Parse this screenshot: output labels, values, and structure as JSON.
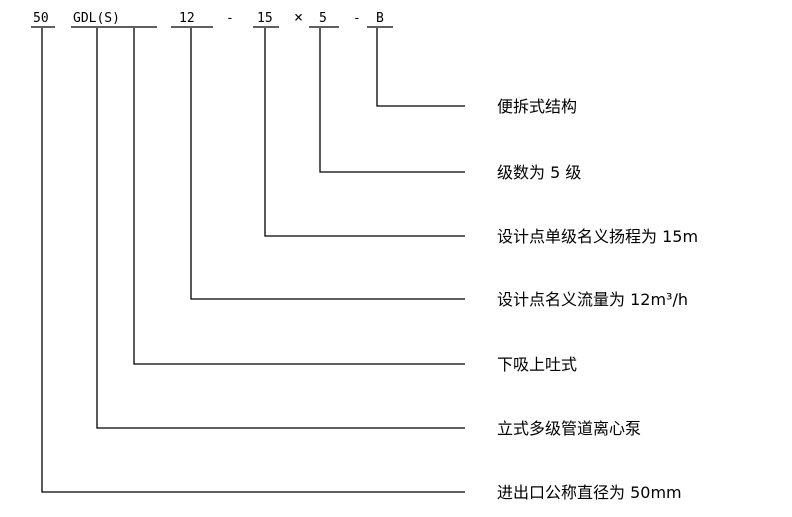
{
  "model_code": {
    "segments": [
      {
        "id": "caliber",
        "text": "50"
      },
      {
        "id": "type",
        "text": "GDL(S)"
      },
      {
        "id": "flow",
        "text": "12"
      },
      {
        "id": "dash1",
        "text": "-"
      },
      {
        "id": "head",
        "text": "15"
      },
      {
        "id": "times",
        "text": "×"
      },
      {
        "id": "stages",
        "text": "5"
      },
      {
        "id": "dash2",
        "text": "-"
      },
      {
        "id": "structure",
        "text": "B"
      }
    ]
  },
  "descriptions": [
    {
      "id": "structure",
      "text": "便拆式结构"
    },
    {
      "id": "stages",
      "text": "级数为 5 级"
    },
    {
      "id": "head",
      "text": "设计点单级名义扬程为 15m"
    },
    {
      "id": "flow",
      "text": "设计点名义流量为 12m³/h"
    },
    {
      "id": "suction",
      "text": "下吸上吐式"
    },
    {
      "id": "pump_type",
      "text": "立式多级管道离心泵"
    },
    {
      "id": "caliber",
      "text": "进出口公称直径为 50mm"
    }
  ],
  "colors": {
    "line": "#000000",
    "text": "#000000",
    "background": "#ffffff"
  }
}
